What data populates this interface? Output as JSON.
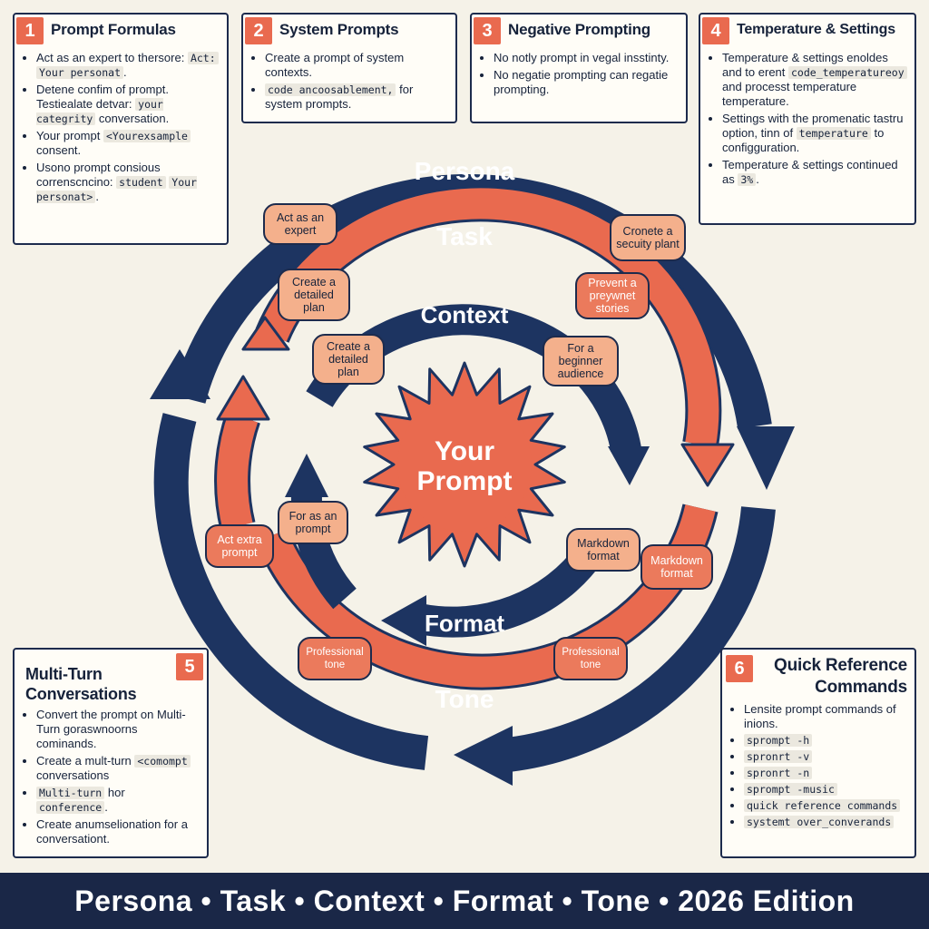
{
  "cards": {
    "c1": {
      "num": "1",
      "title": "Prompt Formulas",
      "items": [
        {
          "t1": "Act as an expert to thersore:",
          "c1": "Act:",
          "c2": "Your personat",
          "t2": "."
        },
        {
          "t1": "Detene confim of prompt. Testiealate detvar:",
          "c1": "your categrity",
          "t2": " conversation."
        },
        {
          "t1": "Your prompt ",
          "c1": "<Yourexsample",
          "t2": " consent."
        },
        {
          "t1": "Usono prompt consious correnscncino:",
          "c1": "student",
          "c2": "Your personat>",
          "t2": "."
        }
      ]
    },
    "c2": {
      "num": "2",
      "title": "System Prompts",
      "items": [
        {
          "t1": "Create a prompt of system contexts."
        },
        {
          "c1": "code ancoosablement,",
          "t2": " for system prompts."
        }
      ]
    },
    "c3": {
      "num": "3",
      "title": "Negative Prompting",
      "items": [
        {
          "t1": "No notly prompt in vegal insstinty."
        },
        {
          "t1": "No negatie prompting can regatie prompting."
        }
      ]
    },
    "c4": {
      "num": "4",
      "title": "Temperature & Settings",
      "items": [
        {
          "t1": "Temperature & settings enoldes and to erent ",
          "c1": "code_temperatureoy",
          "t2": " and processt temperature temperature."
        },
        {
          "t1": "Settings with the promenatic tastru option, tinn of ",
          "c1": "temperature",
          "t2": " to configguration."
        },
        {
          "t1": "Temperature & settings continued as ",
          "c1": "3%",
          "t2": "."
        }
      ]
    },
    "c5": {
      "num": "5",
      "title_line1": "Multi-Turn",
      "title_line2": "Conversations",
      "items": [
        {
          "t1": "Convert the prompt on Multi-Turn goraswnoorns cominands."
        },
        {
          "t1": "Create a mult-turn ",
          "c1": "<comompt",
          "t2": " conversations"
        },
        {
          "c1": "Multi-turn",
          "t2": " hor ",
          "c2": "conference",
          "t3": "."
        },
        {
          "t1": "Create anumselionation for a conversationt."
        }
      ]
    },
    "c6": {
      "num": "6",
      "title_line1": "Quick Reference",
      "title_line2": "Commands",
      "intro": "Lensite prompt commands of inions.",
      "commands": [
        "sprompt -h",
        "spronrt -v",
        "spronrt -n",
        "sprompt -music",
        "quick reference commands",
        "systemt over_converands"
      ]
    }
  },
  "diagram": {
    "center_line1": "Your",
    "center_line2": "Prompt",
    "ring_labels": {
      "persona": "Persona",
      "task": "Task",
      "context": "Context",
      "format": "Format",
      "tone": "Tone"
    },
    "pills": {
      "p1": "Act as an expert",
      "p2": "Cronete a secuity plant",
      "p3": "Create a detailed plan",
      "p4": "Prevent a preywnet stories",
      "p5": "Create a detailed plan",
      "p6": "For a beginner audience",
      "p7": "For as an prompt",
      "p8": "Act extra prompt",
      "p9": "Markdown format",
      "p10": "Markdown format",
      "p11": "Professional tone",
      "p12": "Professional tone"
    },
    "colors": {
      "navy": "#1d3461",
      "coral": "#e96a4f",
      "peach": "#f4b08c"
    }
  },
  "footer": "Persona • Task • Context • Format • Tone • 2026 Edition"
}
